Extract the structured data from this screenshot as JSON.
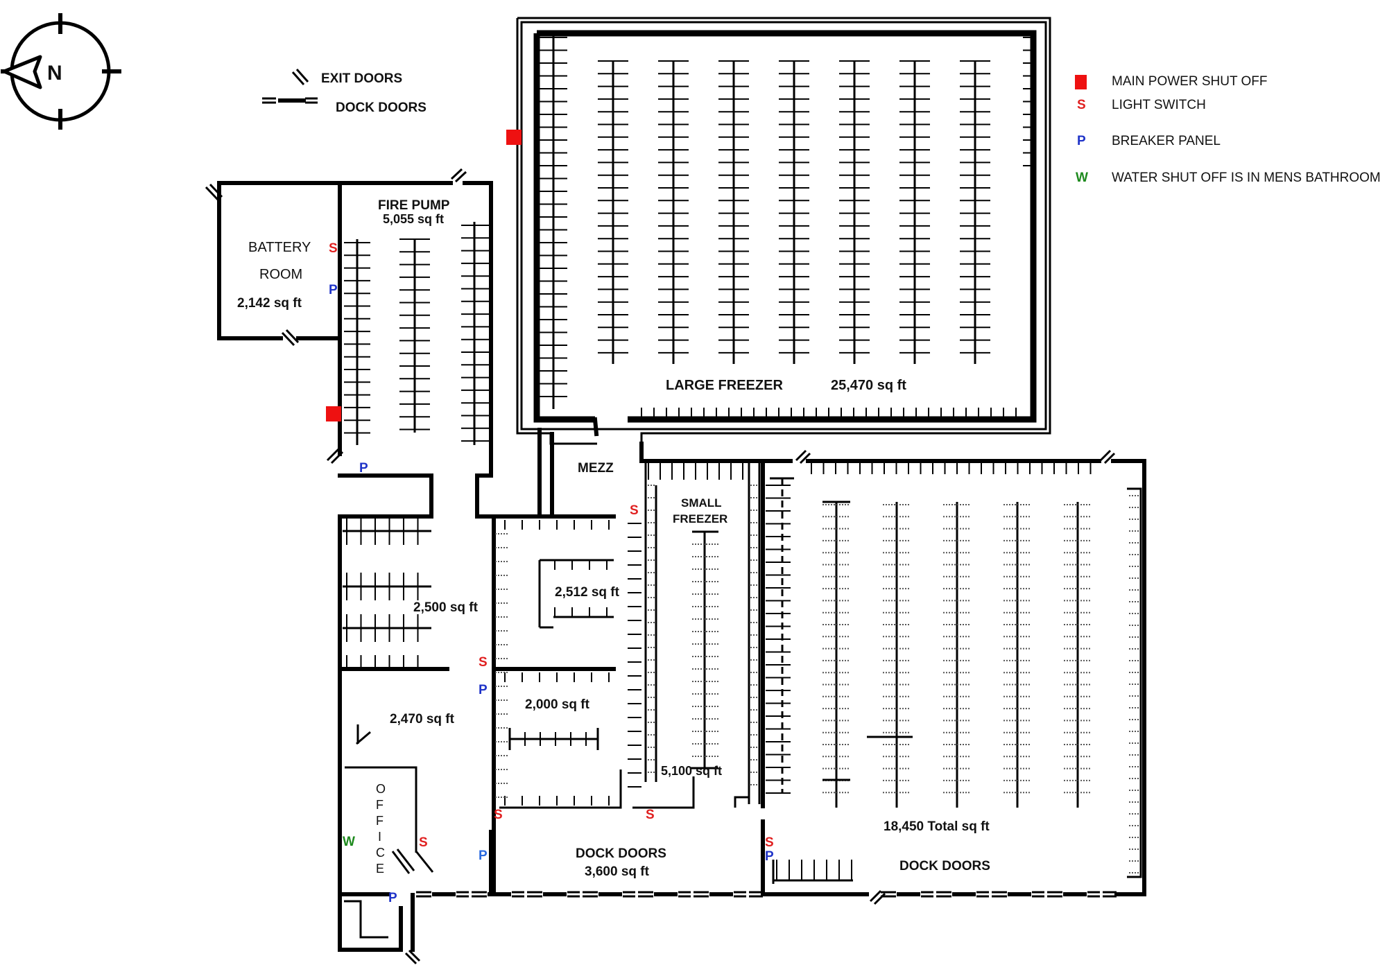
{
  "legend": {
    "exit_doors": "EXIT DOORS",
    "dock_doors": "DOCK DOORS",
    "main_power": "MAIN POWER SHUT OFF",
    "light_switch": "LIGHT SWITCH",
    "breaker_panel": "BREAKER PANEL",
    "water_shutoff": "WATER SHUT OFF IS IN MENS BATHROOM",
    "s_symbol": "S",
    "p_symbol": "P",
    "w_symbol": "W"
  },
  "compass": {
    "north_letter": "N"
  },
  "rooms": {
    "battery_room_line1": "BATTERY",
    "battery_room_line2": "ROOM",
    "battery_room_area": "2,142 sq ft",
    "fire_pump_name": "FIRE PUMP",
    "fire_pump_area": "5,055 sq ft",
    "large_freezer_name": "LARGE  FREEZER",
    "large_freezer_area": "25,470 sq ft",
    "mezz": "MEZZ",
    "small_freezer_line1": "SMALL",
    "small_freezer_line2": "FREEZER",
    "small_freezer_area": "5,100 sq ft",
    "area_2500": "2,500 sq ft",
    "area_2512": "2,512 sq ft",
    "area_2000": "2,000 sq ft",
    "area_2470": "2,470 sq ft",
    "office": [
      "O",
      "F",
      "F",
      "I",
      "C",
      "E"
    ],
    "dock_center_name": "DOCK DOORS",
    "dock_center_area": "3,600 sq ft",
    "dock_right_name": "DOCK DOORS",
    "total_area": "18,450 Total sq ft"
  },
  "colors": {
    "power": "#ee1111",
    "switch": "#e02020",
    "panel": "#1f33c8",
    "water": "#1e8a1e"
  }
}
